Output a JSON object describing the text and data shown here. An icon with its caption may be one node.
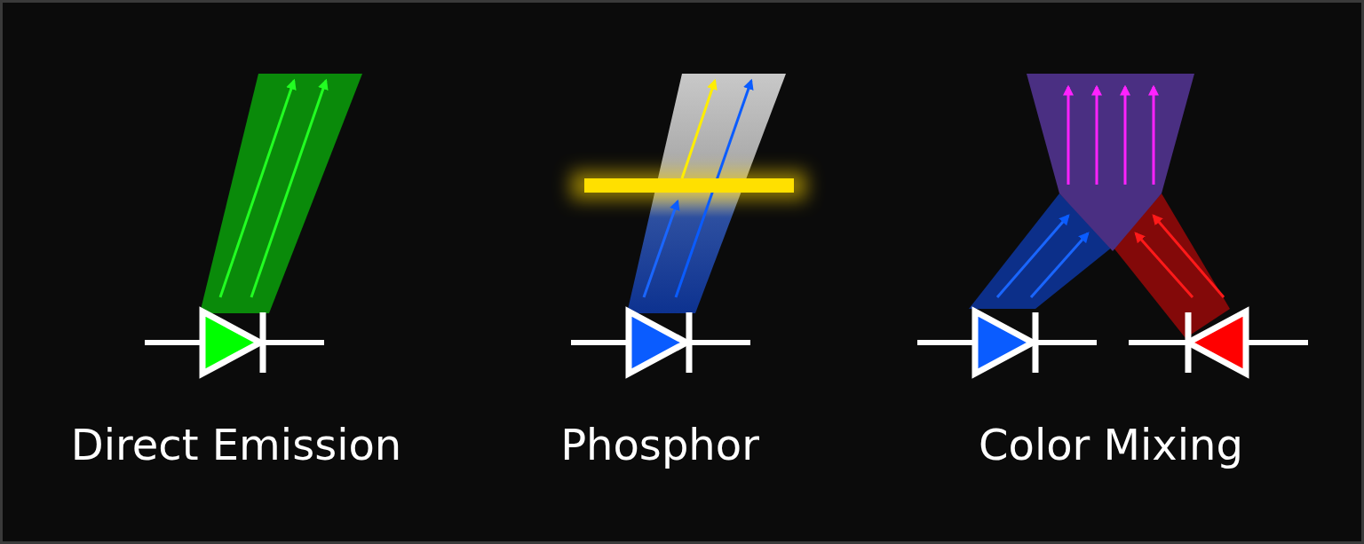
{
  "diagram": {
    "labels": [
      "Direct Emission",
      "Phosphor",
      "Color Mixing"
    ]
  }
}
